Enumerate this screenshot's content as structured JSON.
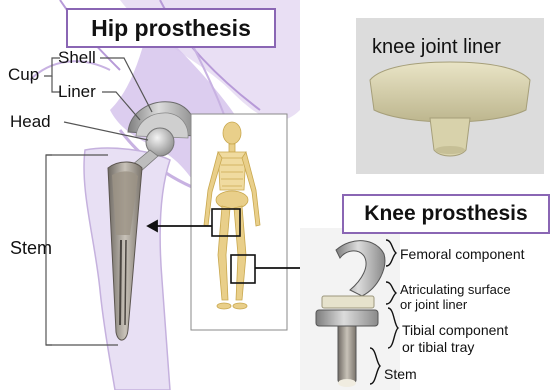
{
  "hip": {
    "title": "Hip prosthesis",
    "labels": {
      "cup": "Cup",
      "shell": "Shell",
      "liner": "Liner",
      "head": "Head",
      "stem": "Stem"
    }
  },
  "knee_liner_photo": {
    "caption": "knee joint liner"
  },
  "knee": {
    "title": "Knee prosthesis",
    "labels": {
      "femoral": "Femoral component",
      "articulating_line1": "Atriculating surface",
      "articulating_line2": "or joint liner",
      "tibial_line1": "Tibial component",
      "tibial_line2": "or tibial tray",
      "stem": "Stem"
    }
  },
  "colors": {
    "title_border": "#8a66b4",
    "pelvis_purple": "#b79ad8",
    "metal": "#a8a8a8",
    "bone": "#e9cf8a",
    "liner_beige": "#ddd7b0"
  }
}
